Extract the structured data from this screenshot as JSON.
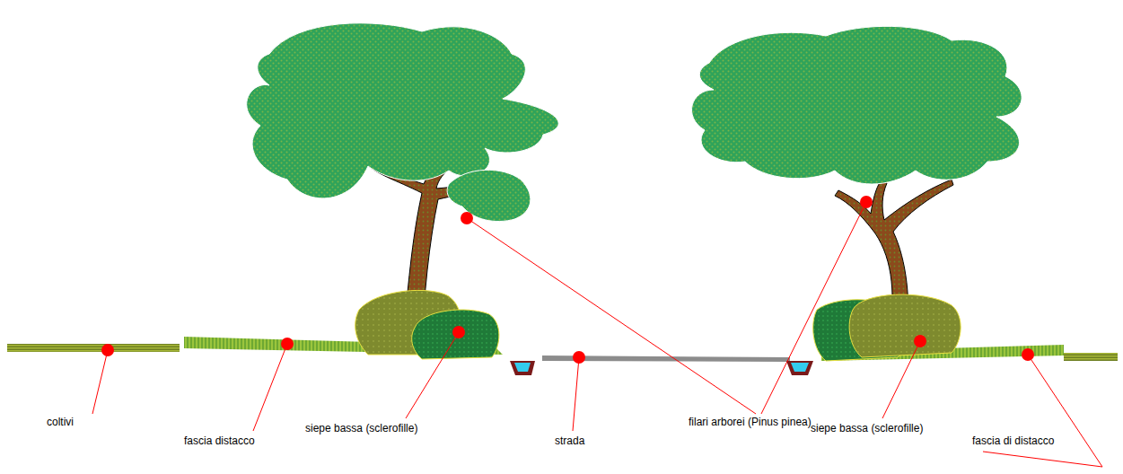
{
  "diagram": {
    "labels": [
      "coltivi",
      "fascia distacco",
      "siepe bassa (sclerofille)",
      "strada",
      "filari arborei (Pinus pinea)",
      "siepe bassa (sclerofille)",
      "fascia di distacco"
    ]
  }
}
